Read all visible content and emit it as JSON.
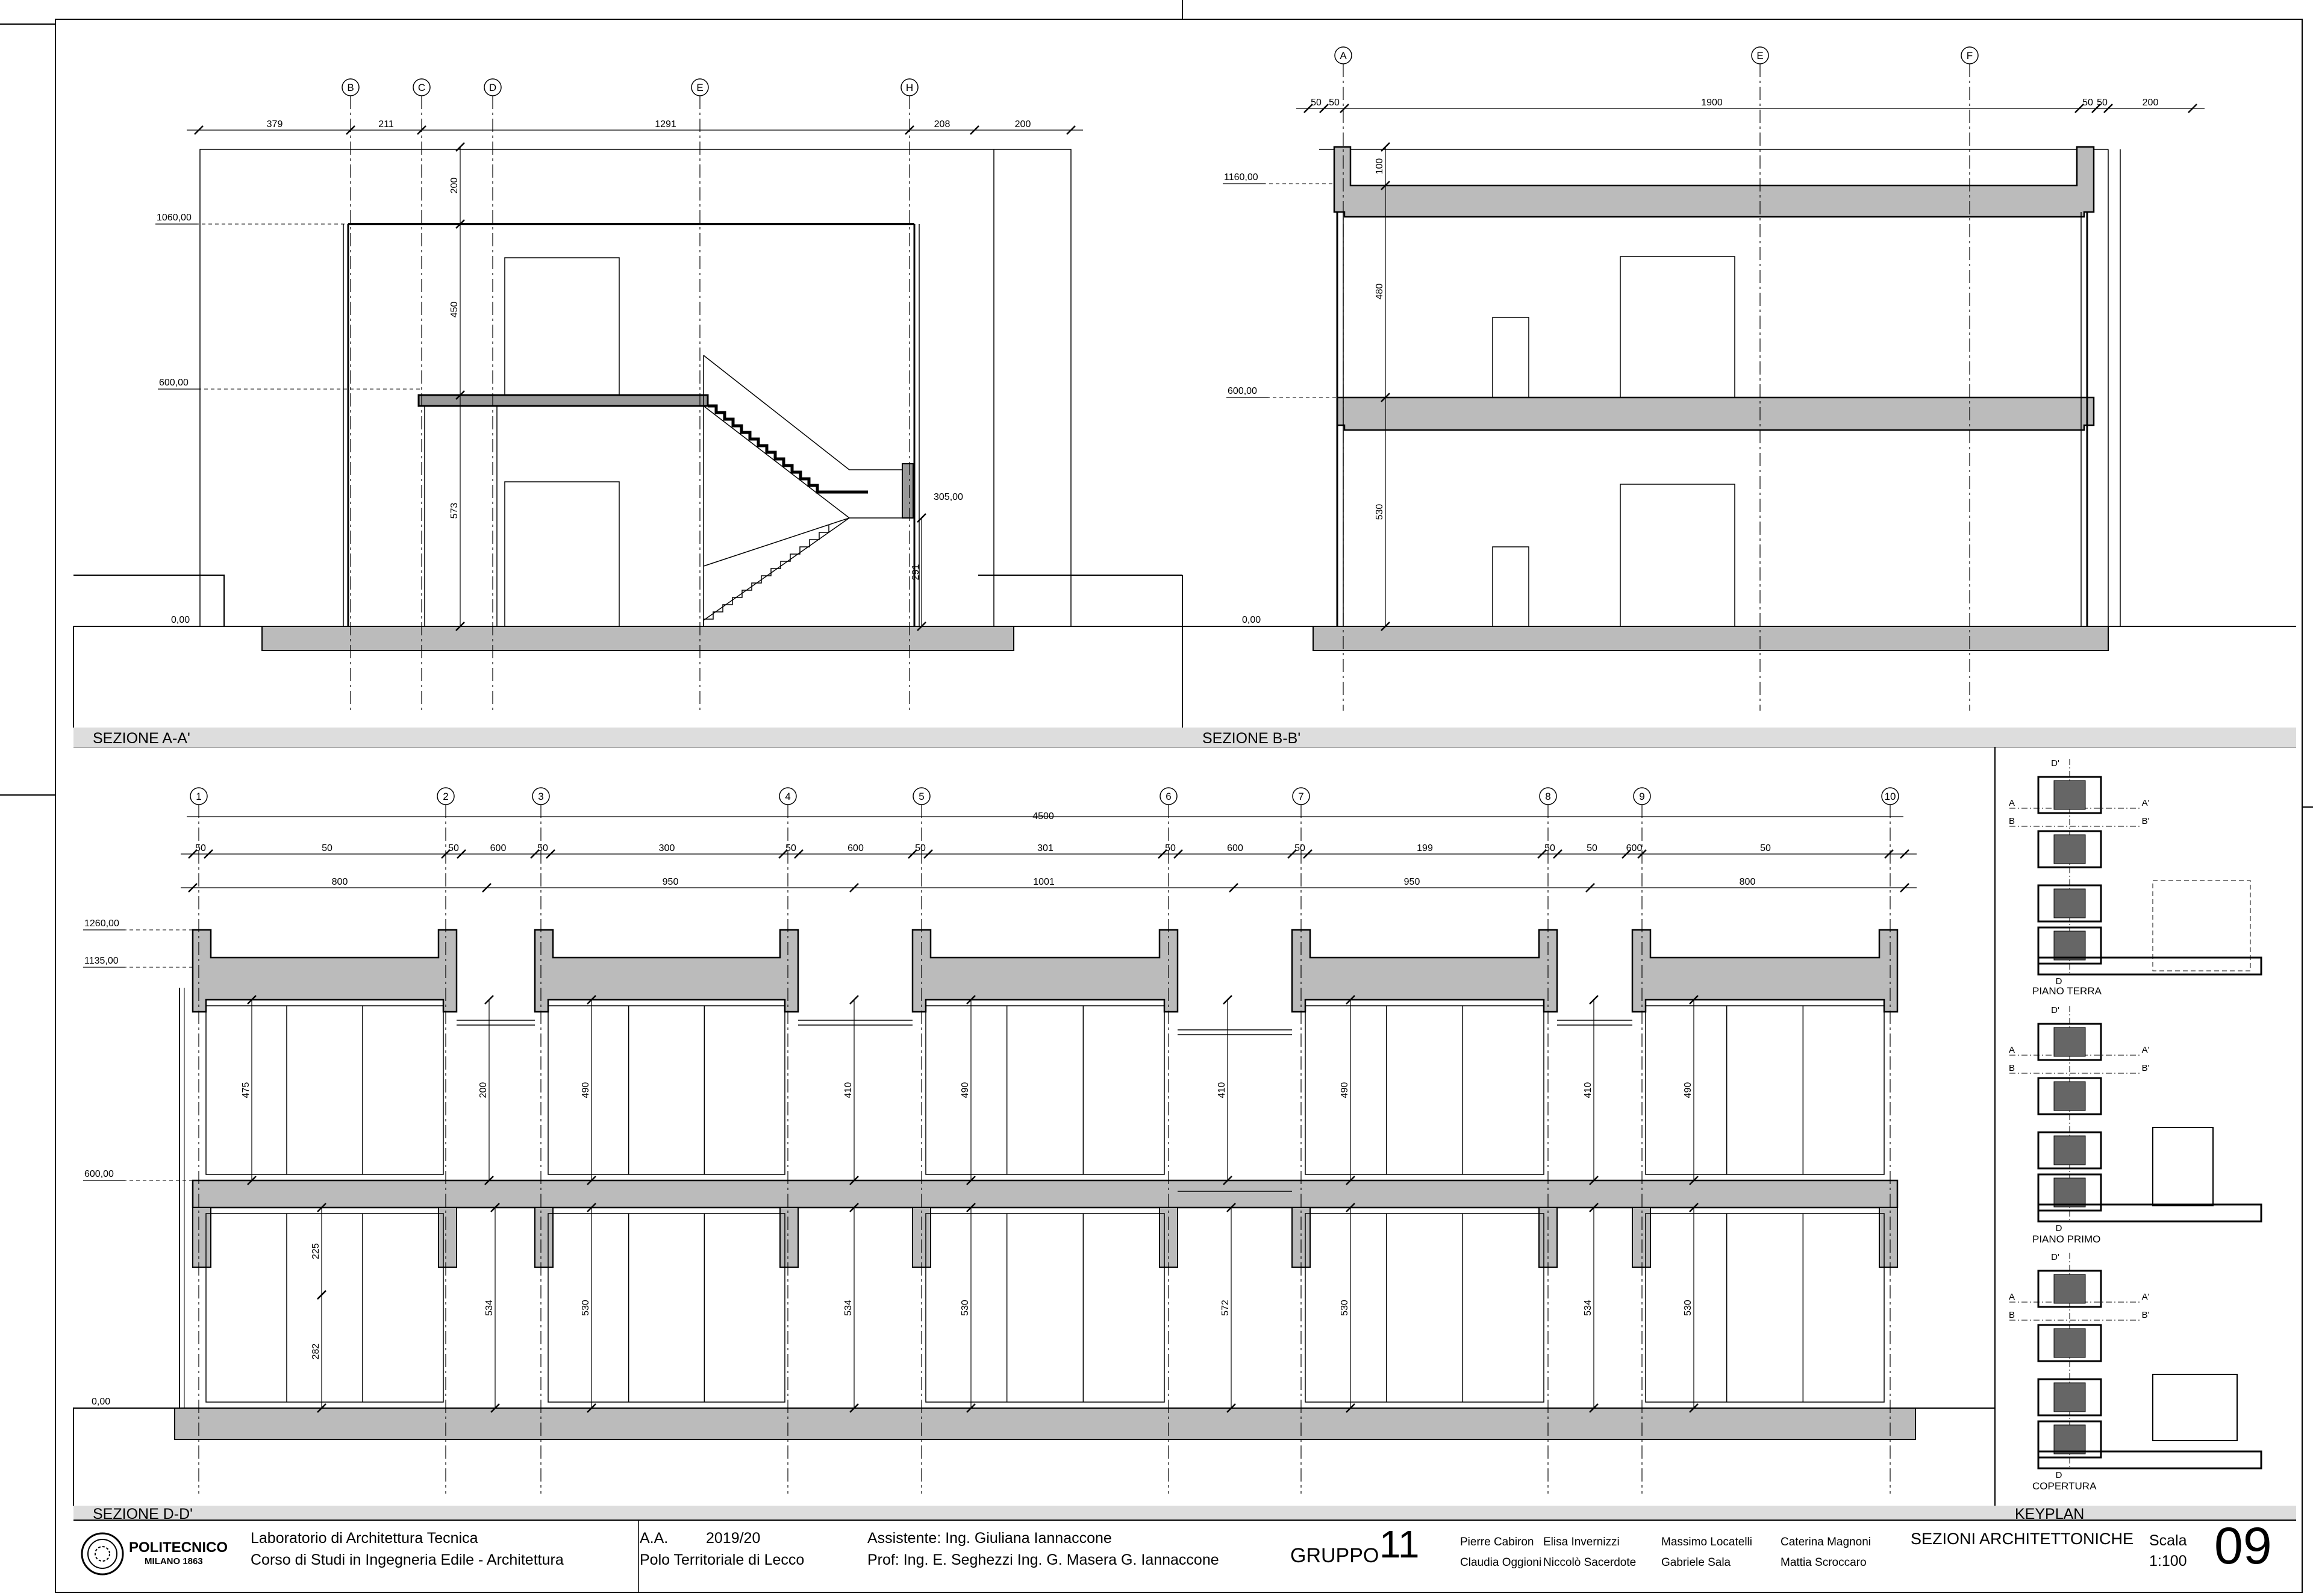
{
  "sections": {
    "aa": {
      "title": "SEZIONE A-A'",
      "axes": [
        "B",
        "C",
        "D",
        "E",
        "H"
      ],
      "dims_top": [
        "379",
        "211",
        "1291",
        "208",
        "200"
      ],
      "levels": [
        "1060,00",
        "600,00",
        "0,00"
      ],
      "level_side": "305,00",
      "heights": [
        "200",
        "450",
        "573",
        "291"
      ]
    },
    "bb": {
      "title": "SEZIONE B-B'",
      "axes": [
        "A",
        "E",
        "F"
      ],
      "dims_top": [
        "50",
        "50",
        "1900",
        "50",
        "50",
        "200"
      ],
      "levels": [
        "1160,00",
        "600,00",
        "0,00"
      ],
      "heights": [
        "100",
        "480",
        "530"
      ]
    },
    "dd": {
      "title": "SEZIONE D-D'",
      "axes": [
        "1",
        "2",
        "3",
        "4",
        "5",
        "6",
        "7",
        "8",
        "9",
        "10"
      ],
      "total": "4500",
      "dims_row1": [
        "50",
        "50",
        "50",
        "600",
        "50",
        "300",
        "50",
        "600",
        "50",
        "301",
        "50",
        "600",
        "50",
        "199",
        "50",
        "50",
        "600",
        "50"
      ],
      "dims_row2": [
        "800",
        "950",
        "1001",
        "950",
        "800"
      ],
      "levels": [
        "1260,00",
        "1135,00",
        "600,00",
        "0,00"
      ],
      "heights_upper": [
        "475",
        "200",
        "490",
        "410",
        "490",
        "410",
        "490",
        "410",
        "490"
      ],
      "heights_lower": [
        "225",
        "282",
        "534",
        "530",
        "534",
        "530",
        "572",
        "530",
        "534",
        "530"
      ]
    }
  },
  "keyplan": {
    "title": "KEYPLAN",
    "plans": [
      "PIANO TERRA",
      "PIANO PRIMO",
      "COPERTURA"
    ],
    "marks": [
      "D'",
      "A",
      "A'",
      "B",
      "B'",
      "D"
    ]
  },
  "titleblock": {
    "logo_name": "POLITECNICO",
    "logo_sub": "MILANO 1863",
    "course1": "Laboratorio di Architettura Tecnica",
    "course2": "Corso di Studi in Ingegneria Edile - Architettura",
    "aa_label": "A.A.",
    "aa_value": "2019/20",
    "campus": "Polo Territoriale di Lecco",
    "assistant": "Assistente: Ing. Giuliana Iannaccone",
    "professors": "Prof: Ing. E. Seghezzi Ing. G. Masera G. Iannaccone",
    "group_label": "GRUPPO",
    "group_number": "11",
    "members": [
      "Pierre Cabiron",
      "Elisa Invernizzi",
      "Massimo Locatelli",
      "Caterina Magnoni",
      "Claudia Oggioni",
      "Niccolò Sacerdote",
      "Gabriele Sala",
      "Mattia Scroccaro"
    ],
    "sheet_title": "SEZIONI ARCHITETTONICHE",
    "scale_label": "Scala",
    "scale_value": "1:100",
    "sheet_number": "09"
  }
}
